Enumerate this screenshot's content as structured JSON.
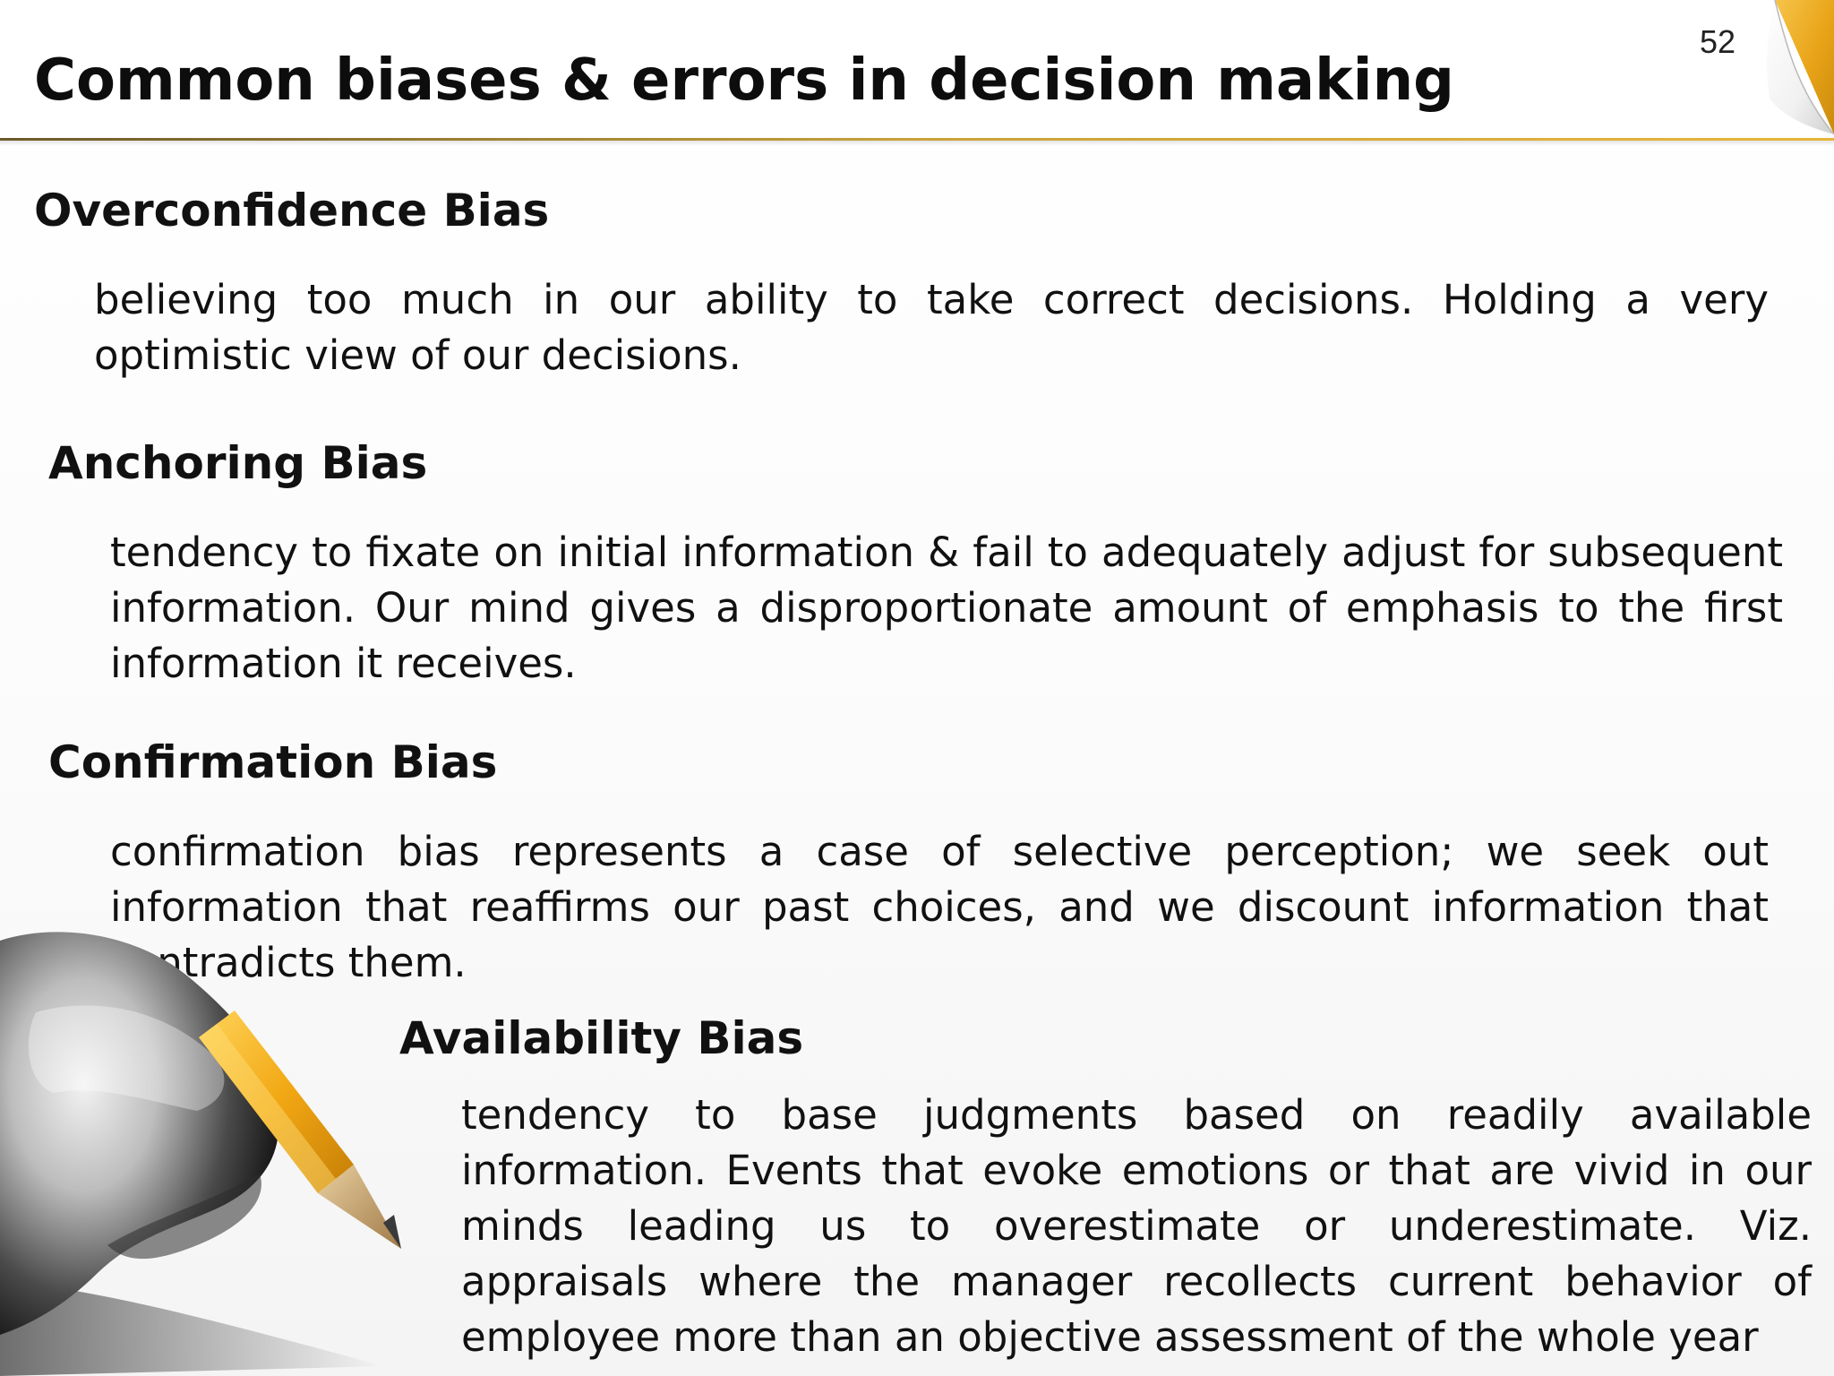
{
  "slide": {
    "title": "Common biases & errors in decision making",
    "page_number": "52",
    "accent_color": "#e8a317"
  },
  "sections": [
    {
      "heading": "Overconfidence Bias",
      "text": "believing too much in our ability to take correct decisions. Holding a very optimistic view of our decisions."
    },
    {
      "heading": "Anchoring Bias",
      "text": "tendency to fixate on initial information & fail to adequately adjust for subsequent information. Our mind gives a disproportionate amount of emphasis to the first information it receives."
    },
    {
      "heading": "Confirmation Bias",
      "text": "confirmation bias represents a case of selective perception; we seek out information that reaffirms our past choices, and we discount information that contradicts them."
    },
    {
      "heading": "Availability Bias",
      "text": "tendency to base judgments based on readily available information. Events that evoke emotions or that are vivid in our minds leading us to overestimate or underestimate. Viz. appraisals where the manager recollects current behavior of employee more than an objective assessment of the whole year"
    }
  ],
  "decor": {
    "corner_icon": "page-curl-icon",
    "illustration_icon": "hand-holding-pencil-icon"
  }
}
